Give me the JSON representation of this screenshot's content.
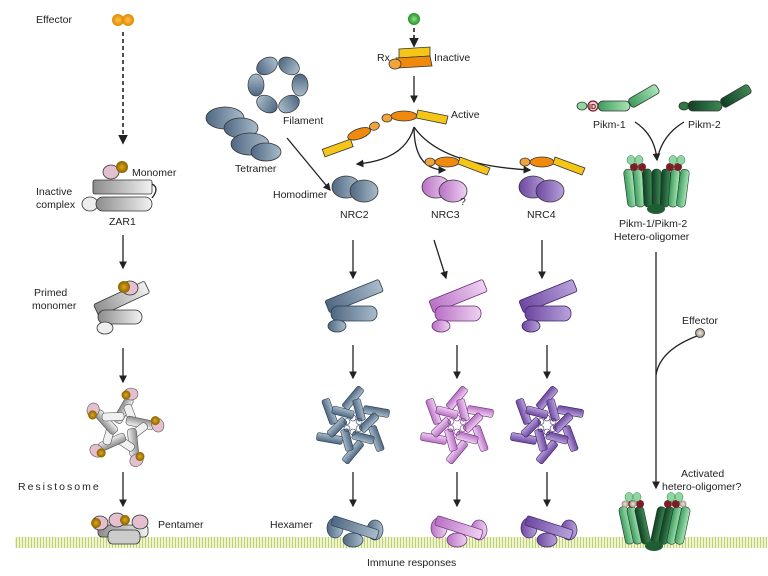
{
  "labels": {
    "effector_top": "Effector",
    "monomer": "Monomer",
    "inactive_complex": [
      "Inactive",
      "complex"
    ],
    "zar1": "ZAR1",
    "primed_monomer": [
      "Primed",
      "monomer"
    ],
    "resistosome": "Resistosome",
    "pentamer": "Pentamer",
    "rx": "Rx",
    "inactive": "Inactive",
    "active": "Active",
    "filament": "Filament",
    "tetramer": "Tetramer",
    "homodimer": "Homodimer",
    "nrc2": "NRC2",
    "nrc3": "NRC3",
    "nrc3_question": "?",
    "nrc4": "NRC4",
    "hexamer": "Hexamer",
    "immune_responses": "Immune responses",
    "pikm1": "Pikm-1",
    "pikm2": "Pikm-2",
    "pikm1_id": "ID",
    "hetero_oligomer": [
      "Pikm-1/Pikm-2",
      "Hetero-oligomer"
    ],
    "effector_right": "Effector",
    "activated": [
      "Activated",
      "hetero-oligomer?"
    ]
  },
  "colors": {
    "zar1_gray": "#b8b8b8",
    "effector_orange": "#f39c12",
    "effector_gold": "#b8860b",
    "rku_pink": "#d9a9c0",
    "rx_yellow": "#f5c518",
    "rx_orange": "#ef8a0c",
    "green_effector": "#3cab3c",
    "nrc2_blue": "#6f8aa6",
    "nrc3_pink": "#c98fd2",
    "nrc4_purple": "#8a66b8",
    "pikm1_green": "#6ec98a",
    "pikm2_green": "#1f5e35",
    "hma_red": "#7b1e28",
    "membrane": "#d9e6a0"
  }
}
